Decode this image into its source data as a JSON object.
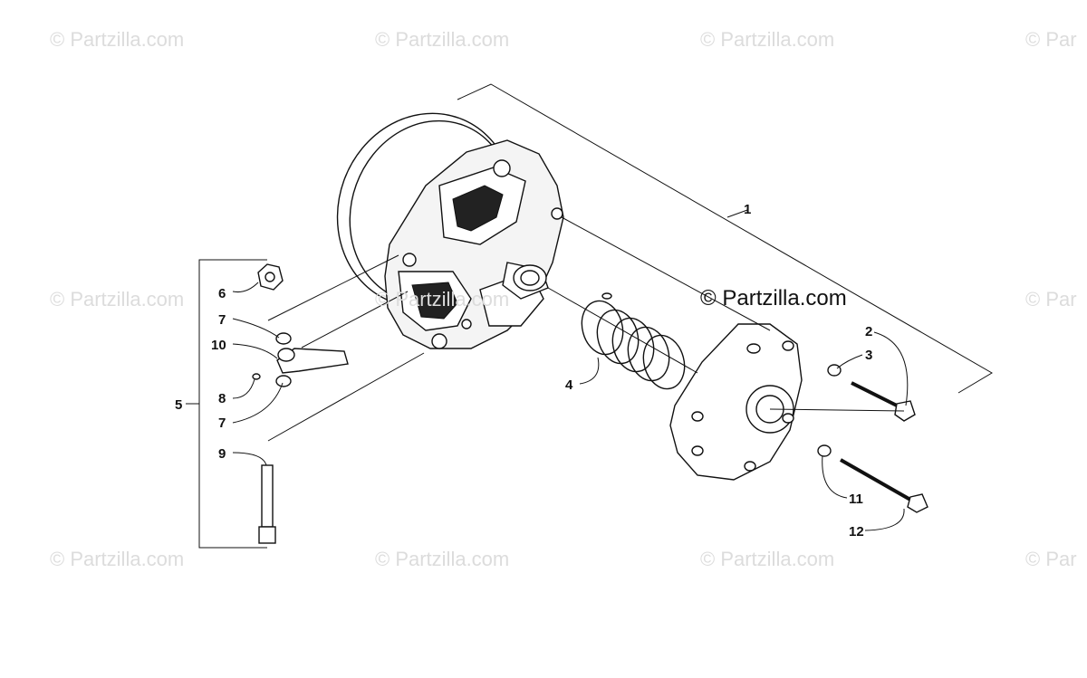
{
  "watermark": {
    "text": "© Partzilla.com",
    "partial_text": "© Par",
    "prominent_text": "© Partzilla.com"
  },
  "callouts": [
    "1",
    "2",
    "3",
    "4",
    "5",
    "6",
    "7",
    "7",
    "8",
    "9",
    "10",
    "11",
    "12"
  ],
  "colors": {
    "line": "#111111",
    "watermark": "#dcdcdc",
    "background": "#ffffff"
  }
}
